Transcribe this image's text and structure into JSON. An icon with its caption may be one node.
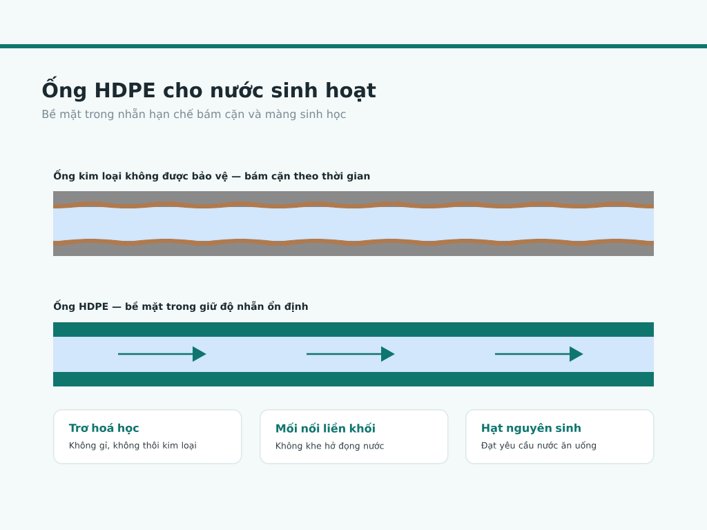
{
  "diagram": {
    "title": "Ống HDPE cho nước sinh hoạt",
    "nodes": [
      {
        "text": [
          "Trơ hoá học",
          "Không gỉ, không thôi kim loại"
        ]
      },
      {
        "text": [
          "Mối nối liền khối",
          "Không khe hở đọng nước"
        ]
      },
      {
        "text": [
          "Hạt nguyên sinh",
          "Đạt yêu cầu nước ăn uống"
        ]
      }
    ],
    "labels": [
      "Bề mặt trong nhẵn hạn chế bám cặn và màng sinh học",
      "Ống kim loại không được bảo vệ — bám cặn theo thời gian",
      "Ống HDPE — bề mặt trong giữ độ nhẵn ổn định"
    ]
  }
}
